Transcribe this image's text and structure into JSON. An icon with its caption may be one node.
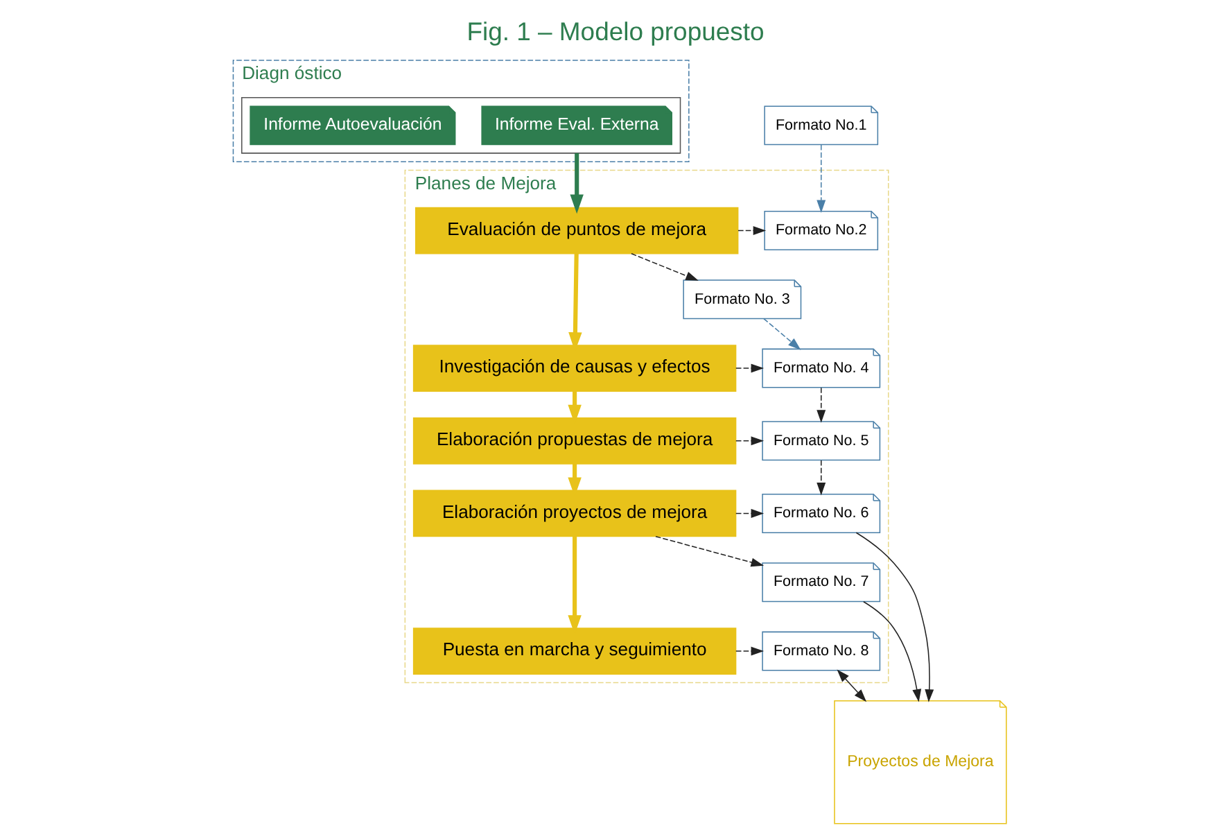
{
  "diagram": {
    "title": "Fig. 1 – Modelo propuesto",
    "nodes": [
      {
        "text": [
          "Diagn óstico"
        ]
      },
      {
        "text": [],
        "shape": "box",
        "in": 0
      },
      {
        "text": [
          "Informe Autoevaluación"
        ],
        "in": 1
      },
      {
        "text": [
          "Informe Eval. Externa"
        ],
        "in": 1
      },
      {
        "text": [
          "Formato No.1"
        ]
      },
      {
        "text": [
          "Planes de Mejora"
        ]
      },
      {
        "text": [
          "Evaluación de puntos de mejora"
        ],
        "in": 5
      },
      {
        "text": [
          "Formato No.2"
        ],
        "in": 5
      },
      {
        "text": [
          "Formato No. 3"
        ],
        "in": 5
      },
      {
        "text": [
          "Investigación de causas y efectos"
        ],
        "in": 5
      },
      {
        "text": [
          "Formato No. 4"
        ],
        "in": 5
      },
      {
        "text": [
          "Elaboración propuestas de mejora"
        ],
        "in": 5
      },
      {
        "text": [
          "Formato No. 5"
        ],
        "in": 5
      },
      {
        "text": [
          "Elaboración proyectos de mejora"
        ],
        "in": 5
      },
      {
        "text": [
          "Formato No. 6"
        ],
        "in": 5
      },
      {
        "text": [
          "Formato No. 7"
        ],
        "in": 5
      },
      {
        "text": [
          "Puesta en marcha y seguimiento"
        ],
        "in": 5
      },
      {
        "text": [
          "Formato No. 8"
        ],
        "in": 5
      },
      {
        "text": [
          "Proyectos de Mejora"
        ]
      }
    ],
    "edges": [
      {
        "from": 1,
        "to": 6,
        "arrow": "to",
        "style": "thick",
        "color": "#2e7d4f"
      },
      {
        "from": 4,
        "to": 7,
        "arrow": "to",
        "style": "dashed",
        "color": "#4a7fa8"
      },
      {
        "from": 6,
        "to": 7,
        "arrow": "to",
        "style": "dashed"
      },
      {
        "from": 6,
        "to": 8,
        "arrow": "to",
        "style": "dashed"
      },
      {
        "from": 8,
        "to": 10,
        "arrow": "to",
        "style": "dashed",
        "color": "#4a7fa8"
      },
      {
        "from": 6,
        "to": 9,
        "arrow": "to",
        "style": "thick",
        "color": "#e8c21a"
      },
      {
        "from": 9,
        "to": 10,
        "arrow": "to",
        "style": "dashed"
      },
      {
        "from": 9,
        "to": 11,
        "arrow": "to",
        "style": "thick",
        "color": "#e8c21a"
      },
      {
        "from": 10,
        "to": 12,
        "arrow": "to",
        "style": "dashed"
      },
      {
        "from": 11,
        "to": 12,
        "arrow": "to",
        "style": "dashed"
      },
      {
        "from": 11,
        "to": 13,
        "arrow": "to",
        "style": "thick",
        "color": "#e8c21a"
      },
      {
        "from": 12,
        "to": 14,
        "arrow": "to",
        "style": "dashed"
      },
      {
        "from": 13,
        "to": 14,
        "arrow": "to",
        "style": "dashed"
      },
      {
        "from": 13,
        "to": 15,
        "arrow": "to",
        "style": "dashed"
      },
      {
        "from": 13,
        "to": 16,
        "arrow": "to",
        "style": "thick",
        "color": "#e8c21a"
      },
      {
        "from": 16,
        "to": 17,
        "arrow": "to",
        "style": "dashed"
      },
      {
        "from": 14,
        "to": 18,
        "arrow": "to"
      },
      {
        "from": 15,
        "to": 18,
        "arrow": "to"
      },
      {
        "from": 17,
        "to": 18,
        "arrow": "both"
      }
    ]
  }
}
